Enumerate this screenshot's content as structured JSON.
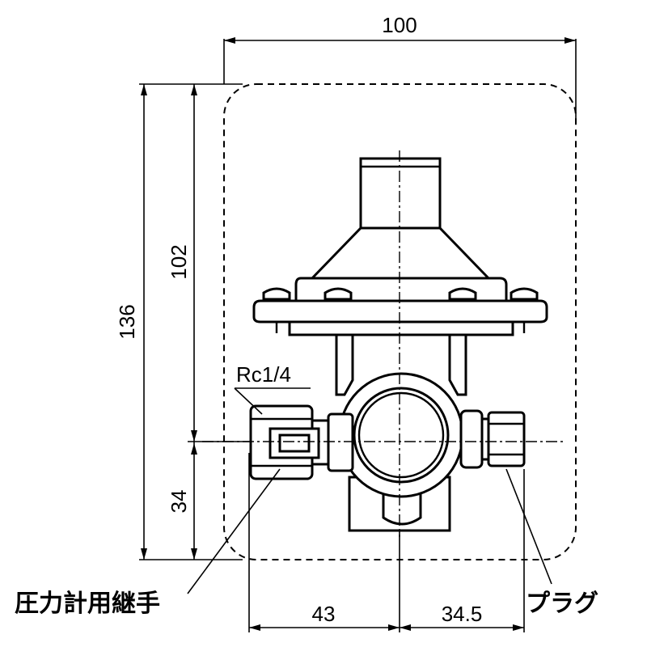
{
  "dimensions": {
    "overall_width": "100",
    "overall_height": "136",
    "upper_height": "102",
    "lower_height": "34",
    "left_offset": "43",
    "right_offset": "34.5"
  },
  "labels": {
    "thread_spec": "Rc1/4",
    "gauge_fitting": "圧力計用継手",
    "plug": "プラグ"
  }
}
